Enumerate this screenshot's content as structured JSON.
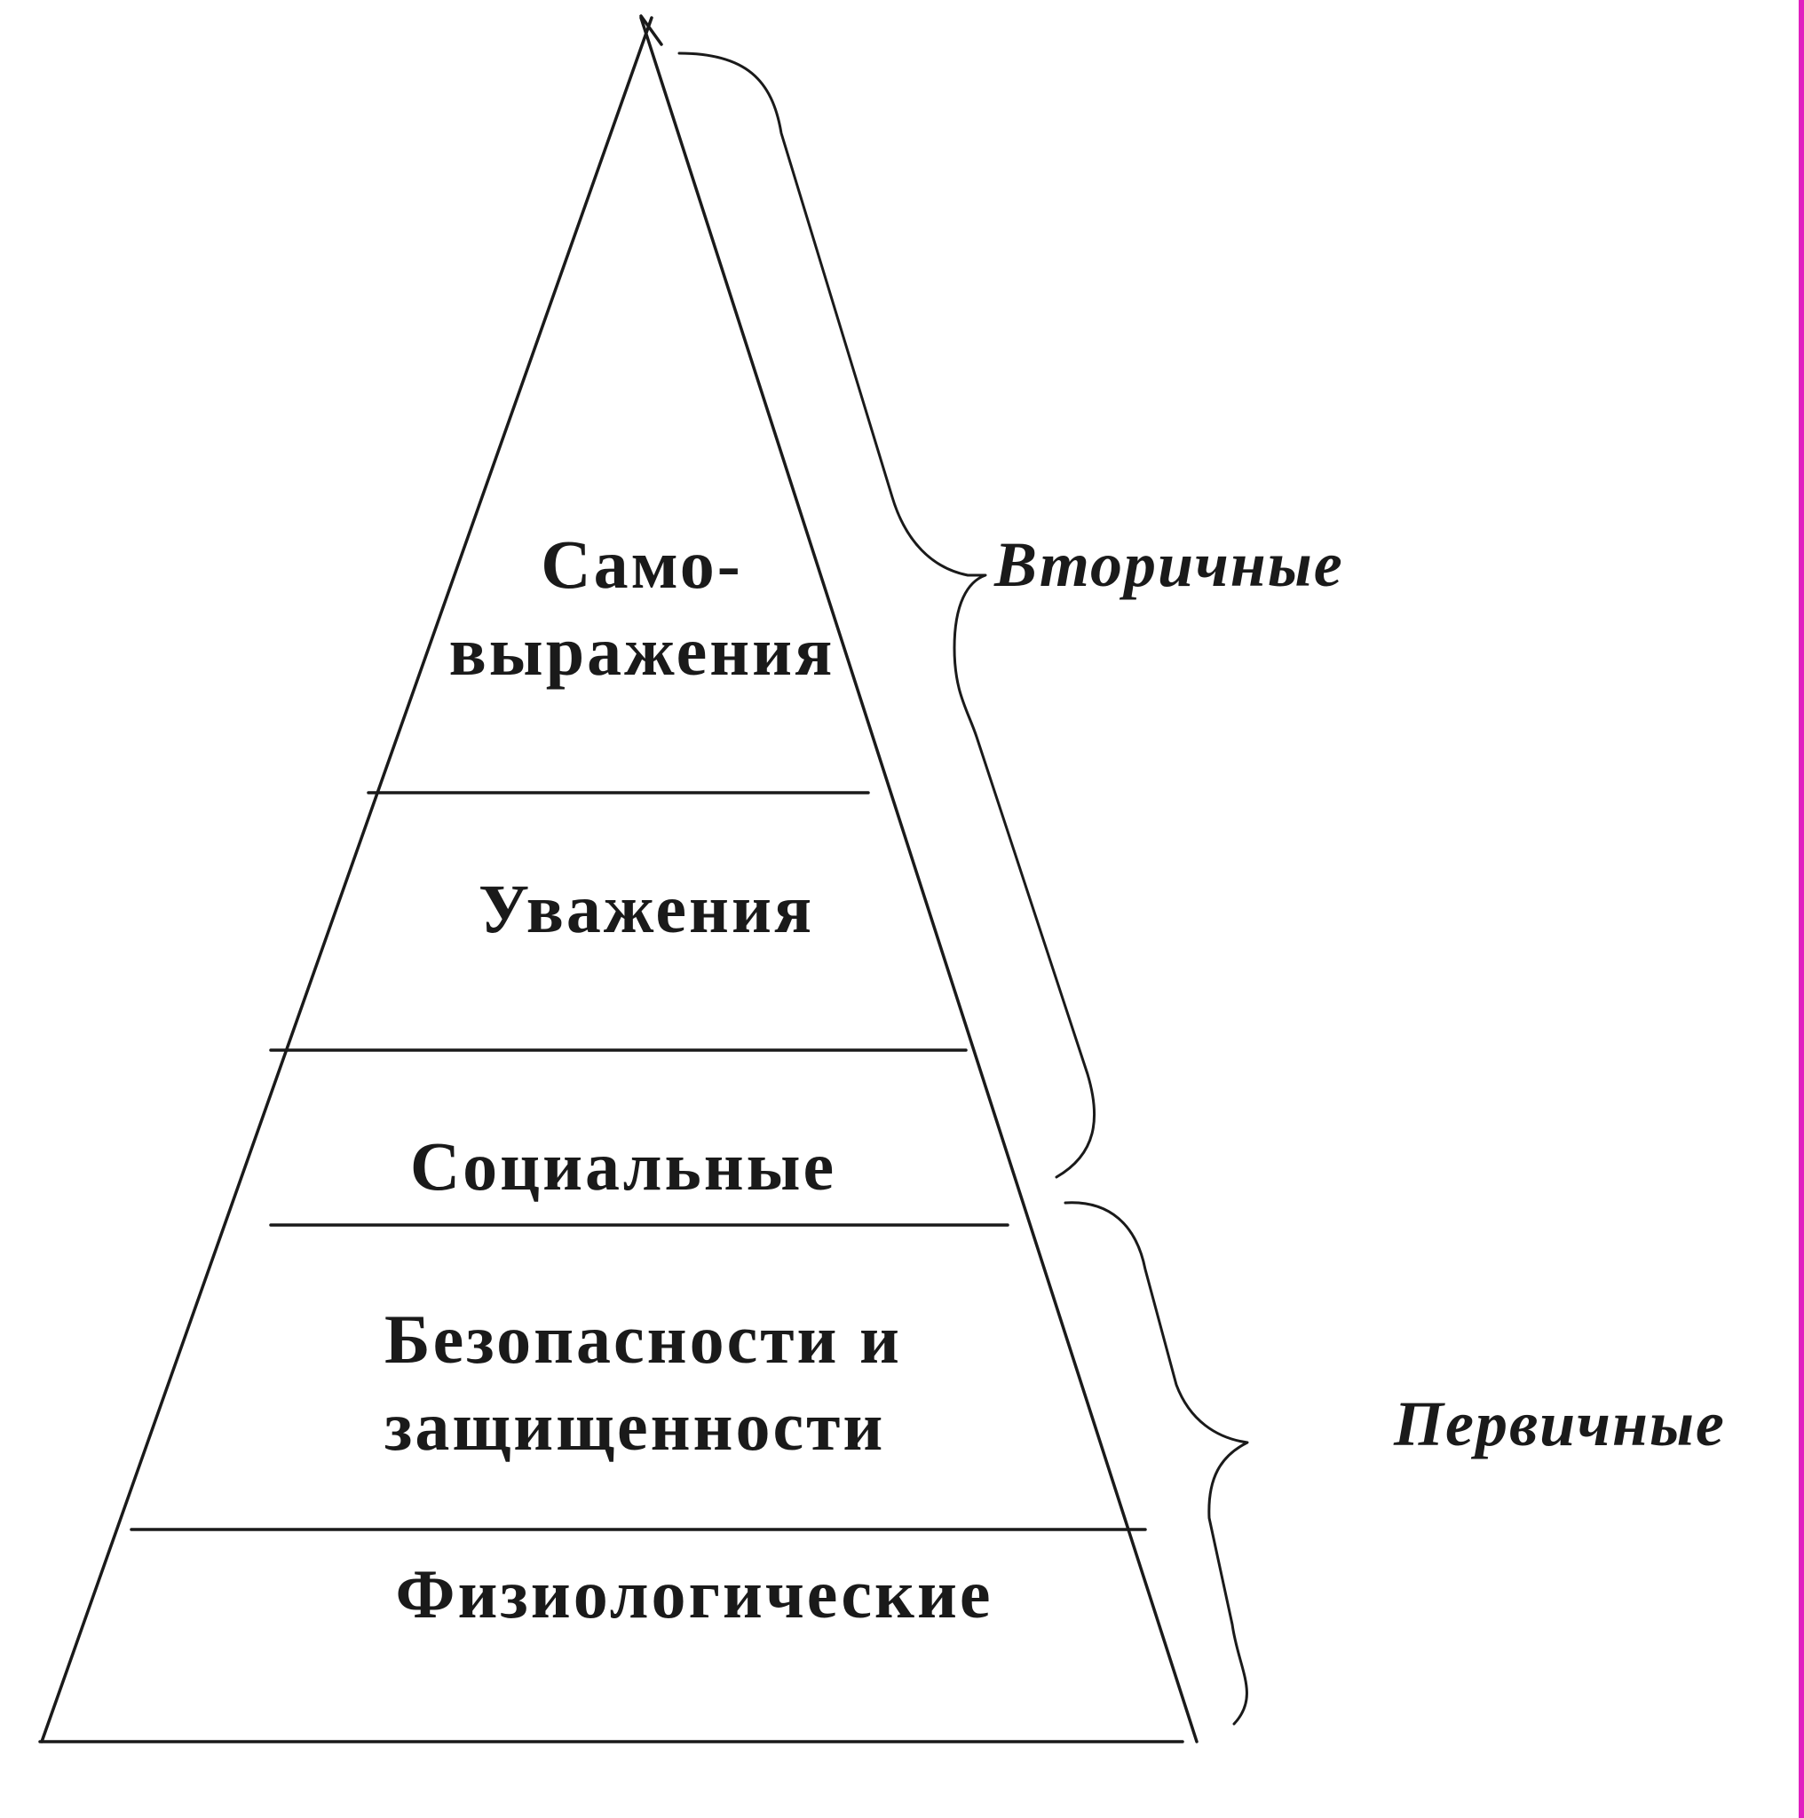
{
  "levels": [
    {
      "lines": [
        "Само-",
        "выражения"
      ]
    },
    {
      "lines": [
        "Уважения"
      ]
    },
    {
      "lines": [
        "Социальные"
      ]
    },
    {
      "lines": [
        "Безопасности и",
        "защищенности"
      ]
    },
    {
      "lines": [
        "Физиологические"
      ]
    }
  ],
  "groups": {
    "secondary": "Вторичные",
    "primary": "Первичные"
  },
  "colors": {
    "ink": "#1a1a1a",
    "accent": "#e020c0"
  }
}
